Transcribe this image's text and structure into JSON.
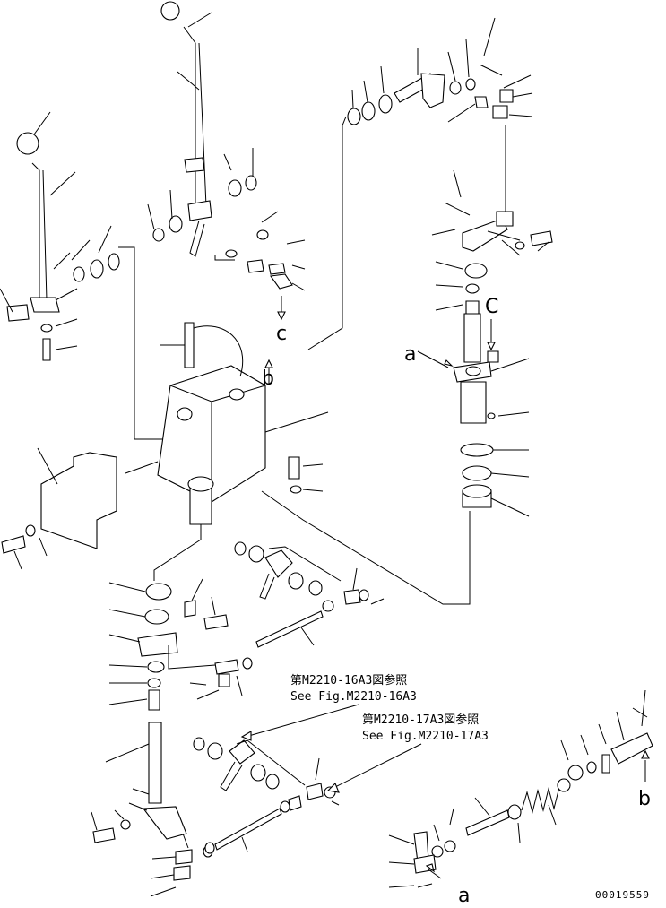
{
  "references": {
    "ref1_jp": "第M2210-16A3図参照",
    "ref1_en": "See Fig.M2210-16A3",
    "ref2_jp": "第M2210-17A3図参照",
    "ref2_en": "See Fig.M2210-17A3"
  },
  "markers": {
    "a_top": "a",
    "a_bottom": "a",
    "b_top": "b",
    "b_bottom": "b",
    "c_top": "C",
    "c_left": "c"
  },
  "figure_number": "00019559"
}
